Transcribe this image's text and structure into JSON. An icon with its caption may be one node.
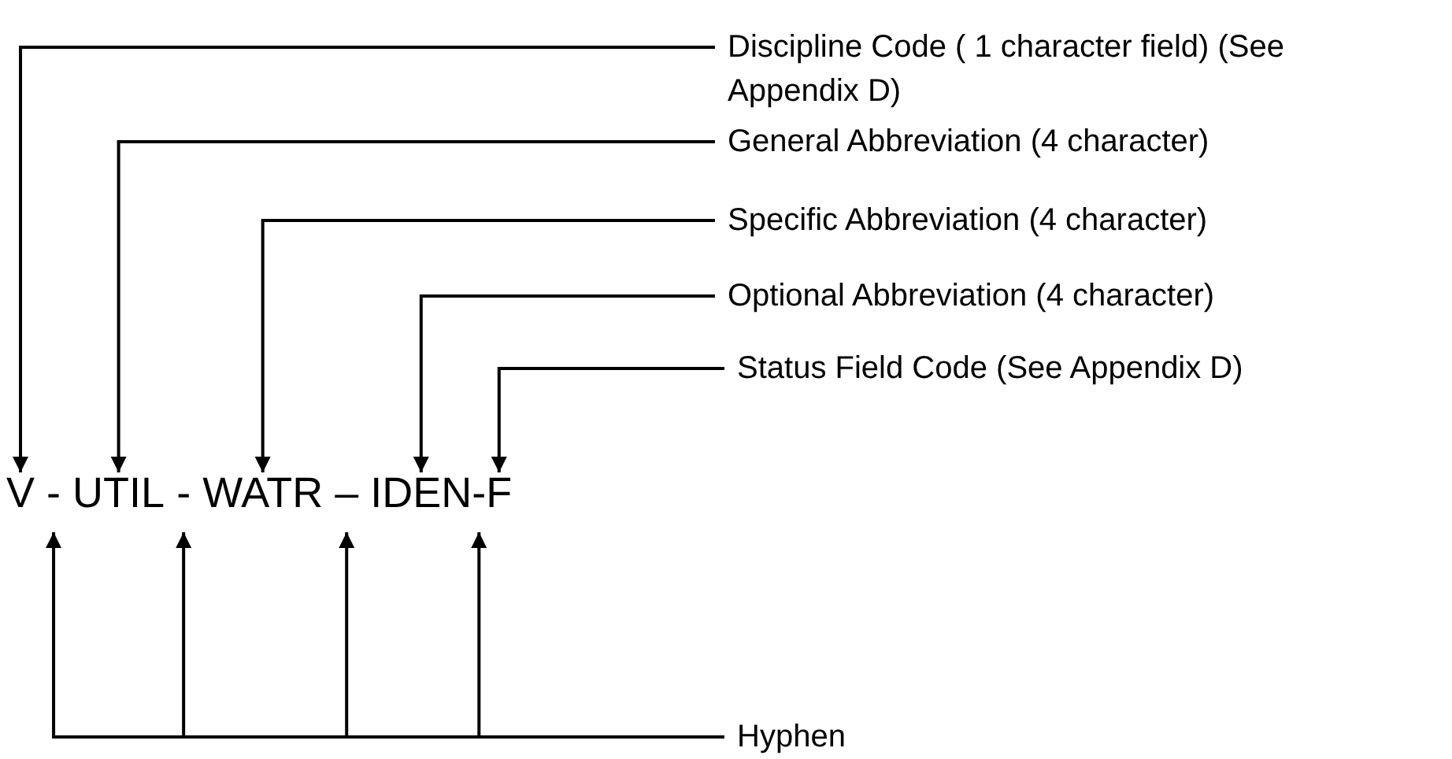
{
  "diagram": {
    "nodes": [
      {
        "text": [
          "Discipline Code ( 1 character field) (See Appendix D)"
        ]
      },
      {
        "text": [
          "General Abbreviation (4 character)"
        ]
      },
      {
        "text": [
          "Specific Abbreviation (4 character)"
        ]
      },
      {
        "text": [
          "Optional Abbreviation (4 character)"
        ]
      },
      {
        "text": [
          "Status Field Code (See Appendix D)"
        ]
      },
      {
        "text": [
          "V"
        ]
      },
      {
        "text": [
          "-"
        ]
      },
      {
        "text": [
          "UTIL"
        ]
      },
      {
        "text": [
          "-"
        ]
      },
      {
        "text": [
          "WATR"
        ]
      },
      {
        "text": [
          "–"
        ]
      },
      {
        "text": [
          "IDEN"
        ]
      },
      {
        "text": [
          "-"
        ]
      },
      {
        "text": [
          "F"
        ]
      },
      {
        "text": [
          "Hyphen"
        ]
      }
    ],
    "edges": [
      {
        "from": 0,
        "to": 5,
        "arrow": "to"
      },
      {
        "from": 1,
        "to": 7,
        "arrow": "to"
      },
      {
        "from": 2,
        "to": 9,
        "arrow": "to"
      },
      {
        "from": 3,
        "to": 11,
        "arrow": "to"
      },
      {
        "from": 4,
        "to": 13,
        "arrow": "to"
      },
      {
        "from": 14,
        "to": 6,
        "arrow": "to"
      },
      {
        "from": 14,
        "to": 8,
        "arrow": "to"
      },
      {
        "from": 14,
        "to": 10,
        "arrow": "to"
      },
      {
        "from": 14,
        "to": 12,
        "arrow": "to"
      }
    ]
  }
}
